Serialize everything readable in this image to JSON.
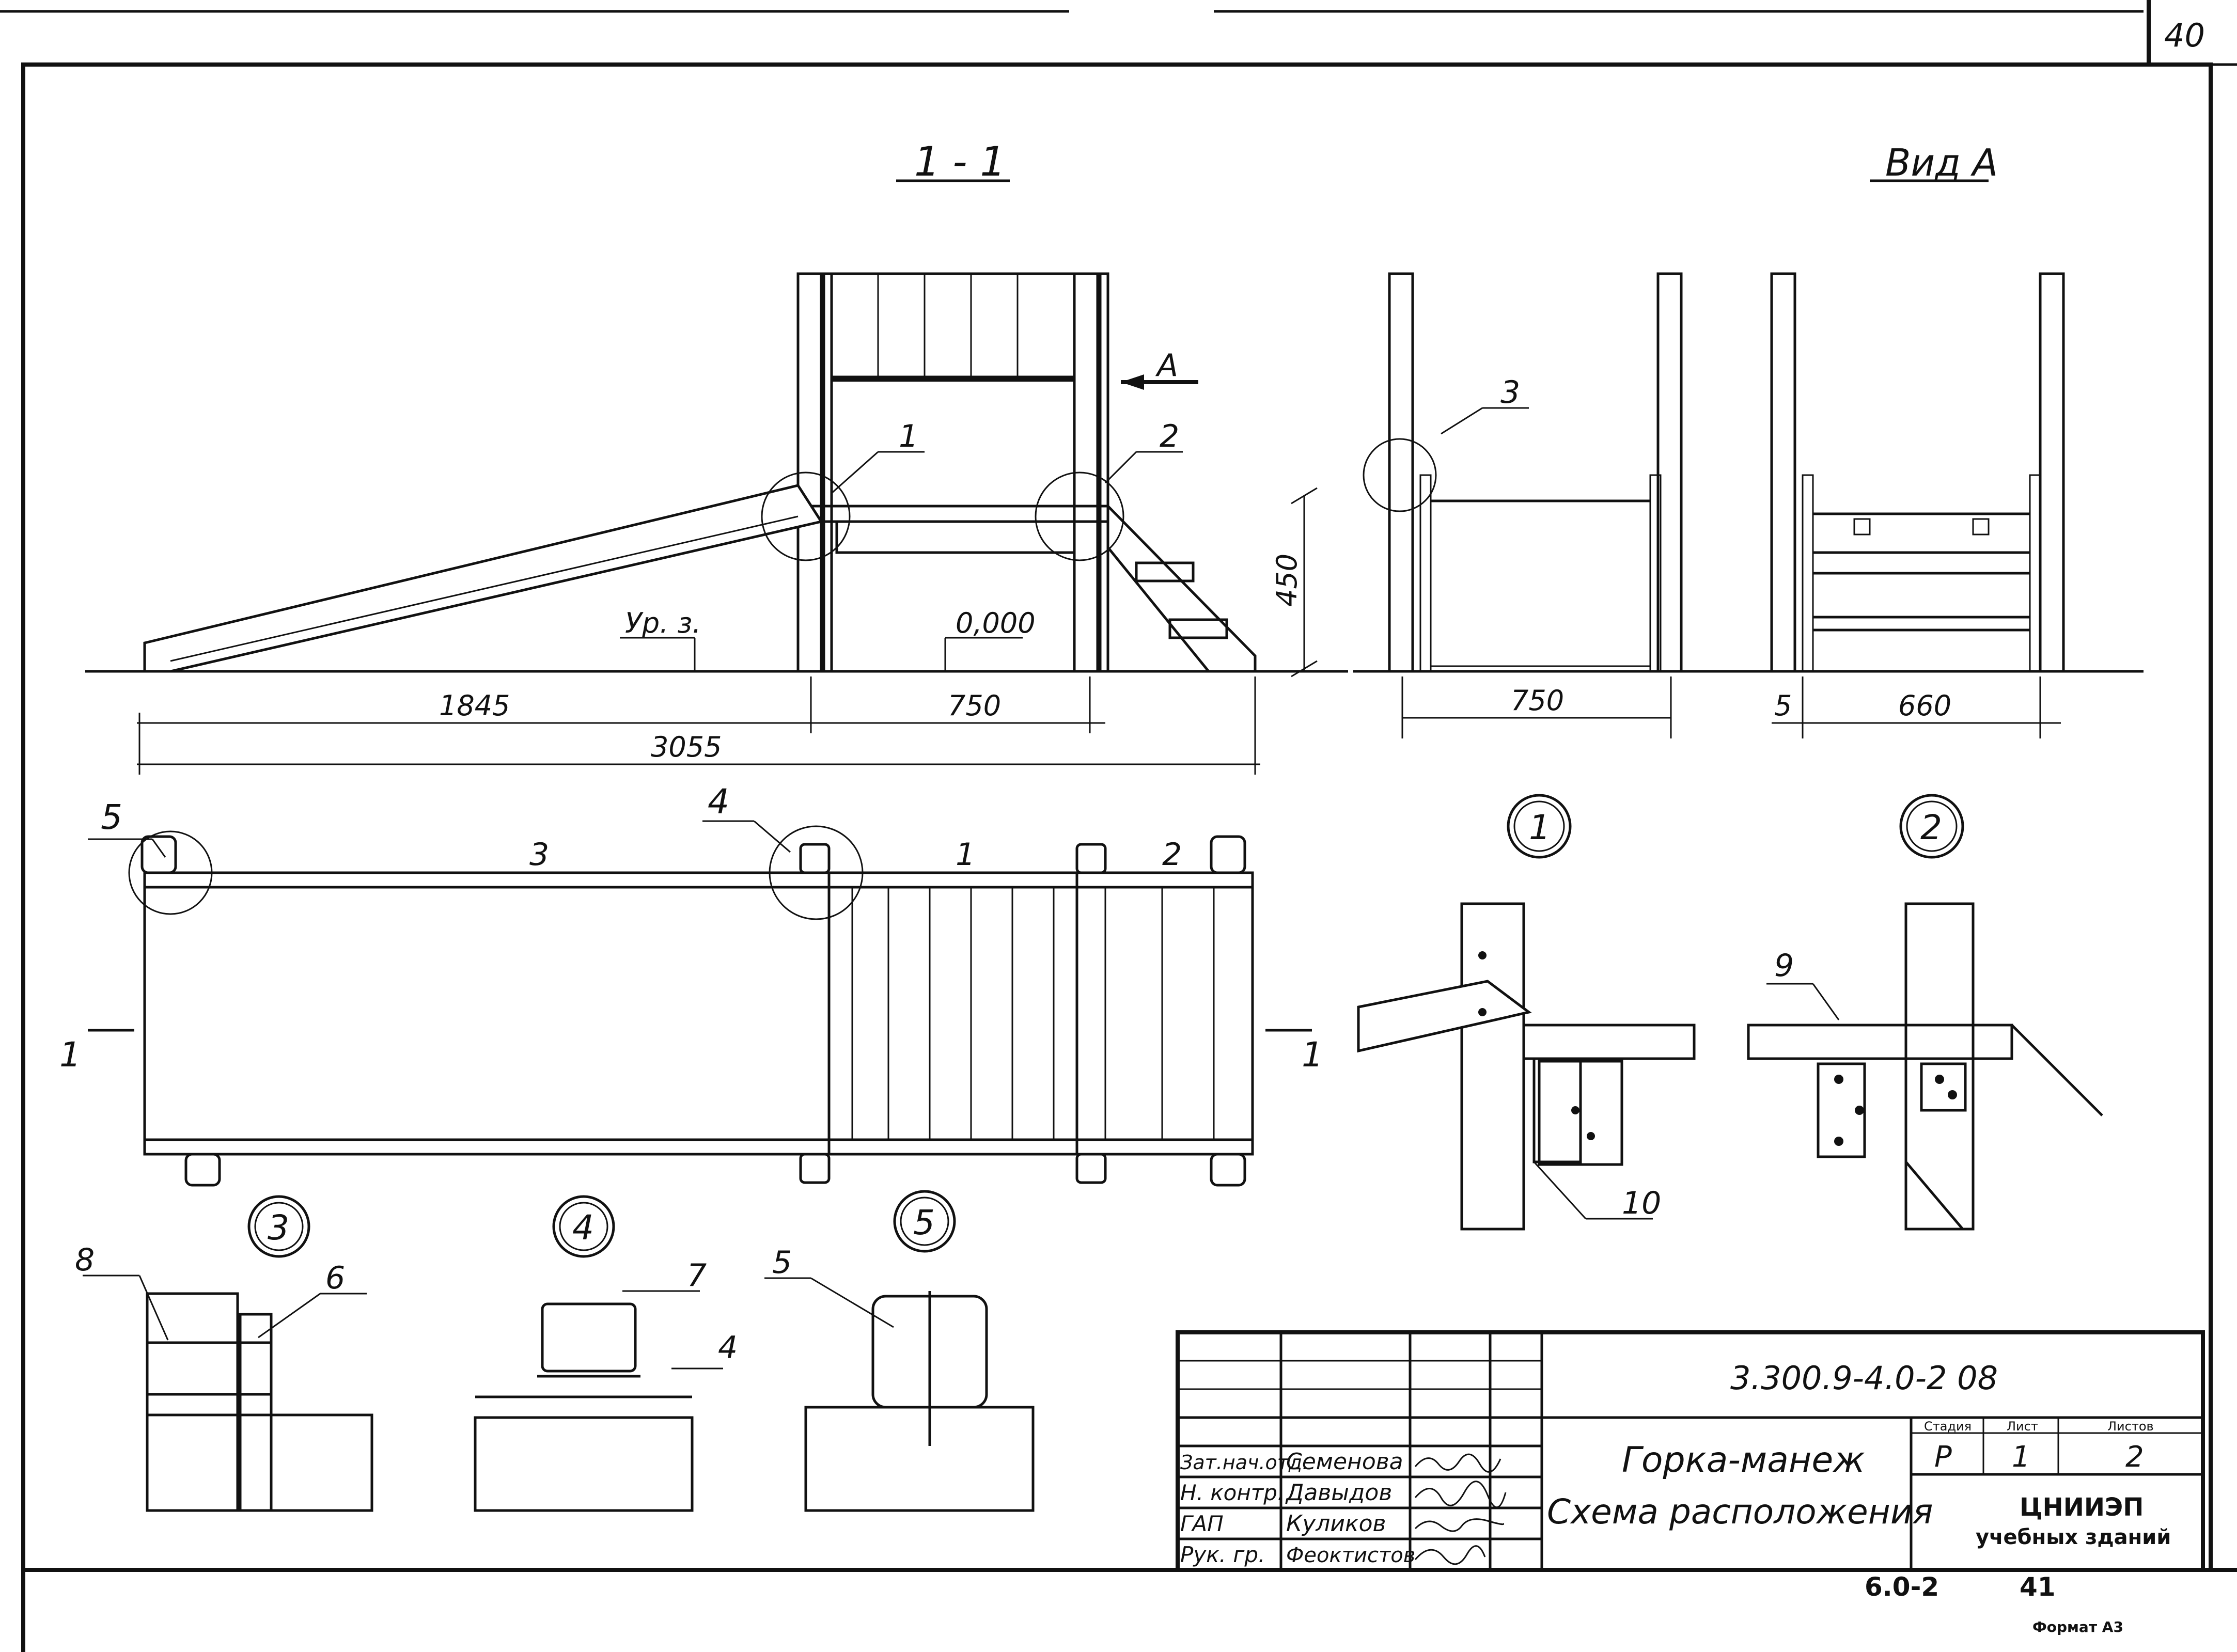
{
  "sheet": {
    "page_number": "40",
    "format_label": "Формат А3",
    "series_code": "6.0-2",
    "series_number": "41"
  },
  "section_1_1": {
    "title": "1 - 1",
    "callouts": [
      "1",
      "2"
    ],
    "view_arrow_label": "А",
    "level_ground": "Ур. з.",
    "level_zero": "0,000",
    "dim_height": "450",
    "dim_left": "1845",
    "dim_right": "750",
    "dim_total": "3055"
  },
  "view_a": {
    "title": "Вид А",
    "callout": "3",
    "dim_width": "750",
    "dim_small": "5",
    "dim_inner": "660"
  },
  "plan": {
    "section_mark": "1",
    "callouts": [
      "5",
      "4",
      "3",
      "1",
      "2"
    ]
  },
  "details": {
    "detail_1": {
      "id": "1",
      "callout": "10"
    },
    "detail_2": {
      "id": "2",
      "callout": "9"
    },
    "detail_3": {
      "id": "3",
      "callouts": [
        "8",
        "6"
      ]
    },
    "detail_4": {
      "id": "4",
      "callouts": [
        "7",
        "4"
      ]
    },
    "detail_5": {
      "id": "5",
      "callout": "5"
    }
  },
  "title_block": {
    "doc_code": "3.300.9-4.0-2 08",
    "roles": [
      "Зат.нач.отд.",
      "Н. контр.",
      "ГАП",
      "Рук. гр."
    ],
    "names": [
      "Семенова",
      "Давыдов",
      "Куликов",
      "Феоктистов"
    ],
    "title_line1": "Горка-манеж",
    "title_line2": "Схема расположения",
    "stage_header": "Стадия",
    "sheet_header": "Лист",
    "sheets_header": "Листов",
    "stage": "Р",
    "sheet_no": "1",
    "sheets_total": "2",
    "org_name": "ЦНИИЭП",
    "org_sub": "учебных зданий"
  }
}
